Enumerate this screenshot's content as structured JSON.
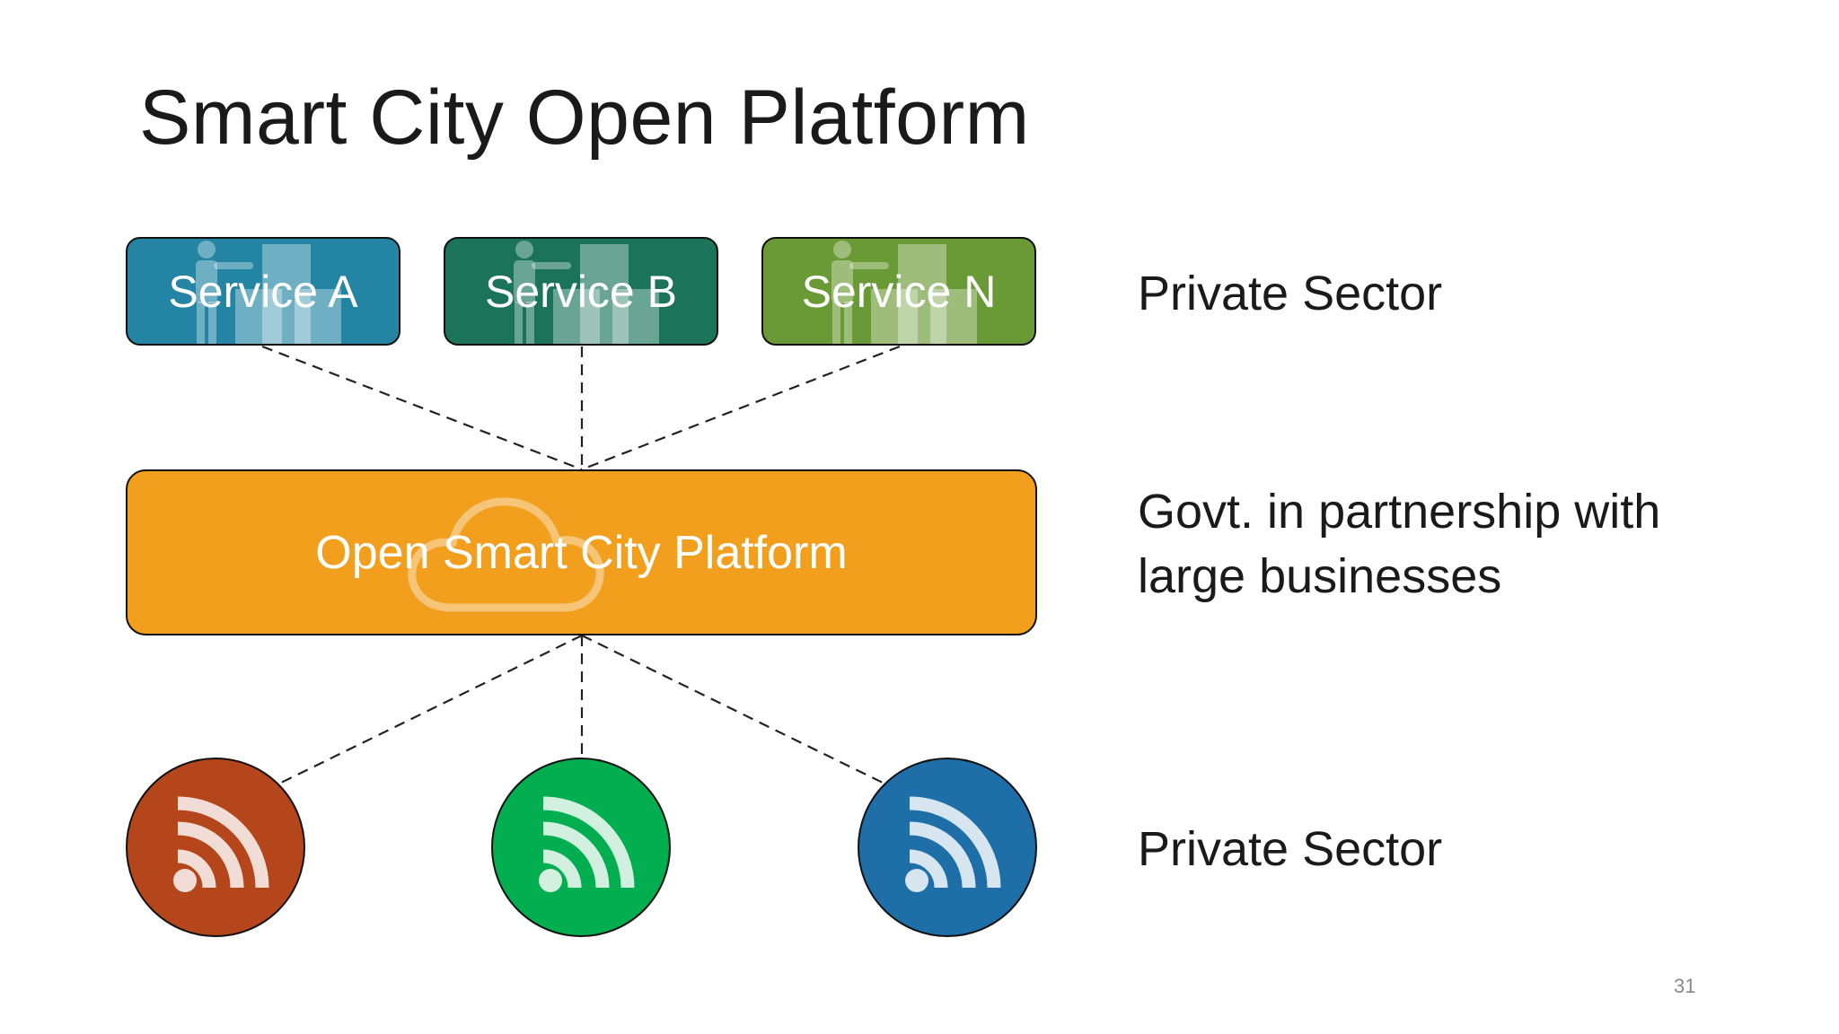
{
  "slide": {
    "title": "Smart City Open Platform",
    "page_number": "31"
  },
  "services": [
    {
      "label": "Service A",
      "color": "#2385a3",
      "icon": "person-pointing-chart-icon"
    },
    {
      "label": "Service B",
      "color": "#1b7459",
      "icon": "person-pointing-chart-icon"
    },
    {
      "label": "Service N",
      "color": "#6a9a35",
      "icon": "person-pointing-chart-icon"
    }
  ],
  "platform": {
    "label": "Open Smart City Platform",
    "color": "#f29f1e",
    "icon": "cloud-icon"
  },
  "sensors": [
    {
      "color": "#b5461c",
      "icon": "rss-feed-icon"
    },
    {
      "color": "#02ae4f",
      "icon": "rss-feed-icon"
    },
    {
      "color": "#1e6ea8",
      "icon": "rss-feed-icon"
    }
  ],
  "side_labels": {
    "top": "Private Sector",
    "middle_line1": "Govt. in partnership with",
    "middle_line2": "large businesses",
    "bottom": "Private Sector"
  }
}
